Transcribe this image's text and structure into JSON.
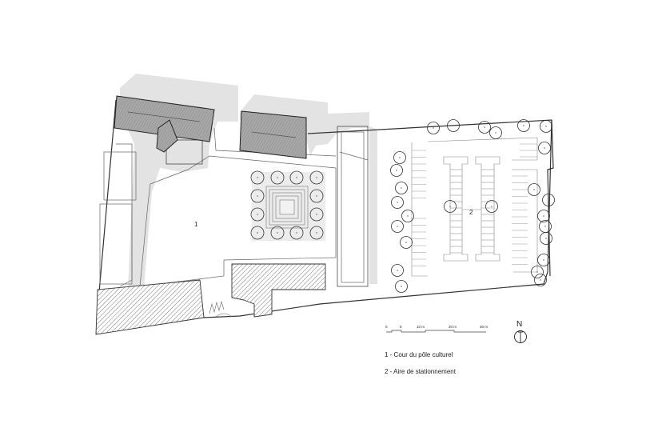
{
  "plan": {
    "zone_1_label": "1",
    "zone_2_label": "2"
  },
  "scale_bar": {
    "ticks": [
      "0",
      "5",
      "10 m",
      "20 m",
      "30 m"
    ]
  },
  "north_arrow": {
    "label": "N"
  },
  "legend": {
    "items": [
      "1 - Cour du pôle culturel",
      "2 - Aire de stationnement"
    ]
  },
  "colors": {
    "shadow": "#e3e3e3",
    "roof": "#9a9a9a",
    "line": "#333333"
  }
}
